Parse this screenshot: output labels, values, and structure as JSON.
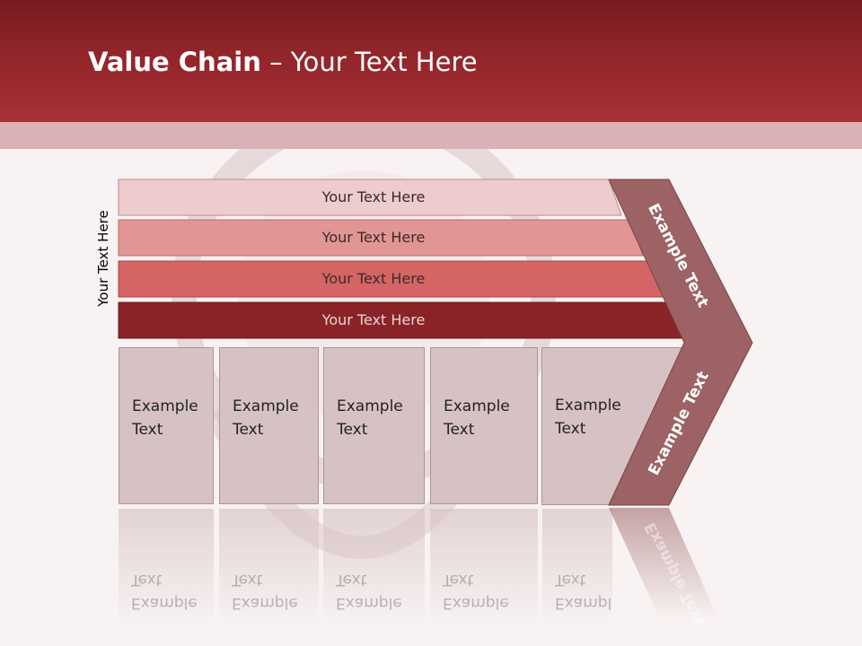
{
  "title": {
    "bold": "Value Chain",
    "rest": " – Your Text Here"
  },
  "side_label": "Your Text Here",
  "rows": [
    {
      "label": "Your Text Here",
      "color": "#eecbcd"
    },
    {
      "label": "Your Text Here",
      "color": "#e29595"
    },
    {
      "label": "Your Text Here",
      "color": "#d56565"
    },
    {
      "label": "Your Text Here",
      "color": "#8a2328"
    }
  ],
  "boxes": [
    {
      "line1": "Example",
      "line2": "Text"
    },
    {
      "line1": "Example",
      "line2": "Text"
    },
    {
      "line1": "Example",
      "line2": "Text"
    },
    {
      "line1": "Example",
      "line2": "Text"
    },
    {
      "line1": "Example",
      "line2": "Text"
    }
  ],
  "chevron": {
    "top_text": "Example Text",
    "bottom_text": "Example Text",
    "color": "#9c6264"
  },
  "colors": {
    "header": "#a83137",
    "background": "#f8f2f2"
  }
}
